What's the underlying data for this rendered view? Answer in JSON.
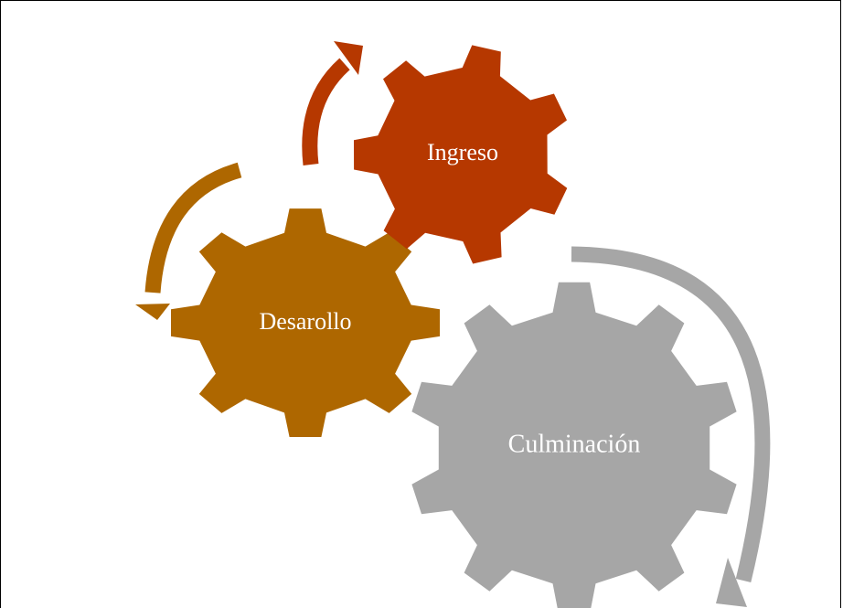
{
  "gears": [
    {
      "id": "ingreso",
      "label": "Ingreso",
      "color": "#b63800"
    },
    {
      "id": "desarollo",
      "label": "Desarollo",
      "color": "#ae6700"
    },
    {
      "id": "culminacion",
      "label": "Culminación",
      "color": "#a6a6a6"
    }
  ],
  "arrows": [
    {
      "id": "ingreso",
      "color": "#b63800"
    },
    {
      "id": "desarollo",
      "color": "#ae6700"
    },
    {
      "id": "culminacion",
      "color": "#a6a6a6"
    }
  ]
}
